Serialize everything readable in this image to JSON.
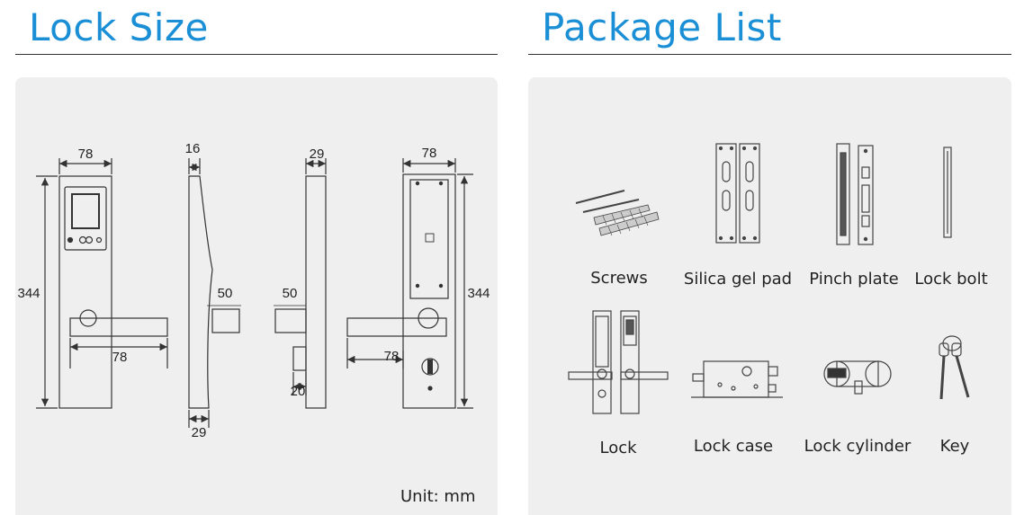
{
  "sections": {
    "lock_size": "Lock Size",
    "package_list": "Package List"
  },
  "dimensions": {
    "front_width_top": "78",
    "front_height": "344",
    "front_handle_length": "78",
    "side1_thickness": "16",
    "side1_spindle": "50",
    "side1_bottom": "29",
    "side2_thickness": "29",
    "side2_spindle": "50",
    "side2_bottom": "20",
    "back_width_top": "78",
    "back_height": "344",
    "back_handle_length": "78"
  },
  "unit_label": "Unit: mm",
  "package_items": [
    {
      "label": "Screws",
      "icon": "screws-icon"
    },
    {
      "label": "Silica gel pad",
      "icon": "silica-gel-pad-icon"
    },
    {
      "label": "Pinch plate",
      "icon": "pinch-plate-icon"
    },
    {
      "label": "Lock bolt",
      "icon": "lock-bolt-icon"
    },
    {
      "label": "Lock",
      "icon": "lock-icon"
    },
    {
      "label": "Lock case",
      "icon": "lock-case-icon"
    },
    {
      "label": "Lock cylinder",
      "icon": "lock-cylinder-icon"
    },
    {
      "label": "Key",
      "icon": "key-icon"
    }
  ],
  "colors": {
    "heading": "#1a8fd6",
    "panel": "#efefef"
  }
}
